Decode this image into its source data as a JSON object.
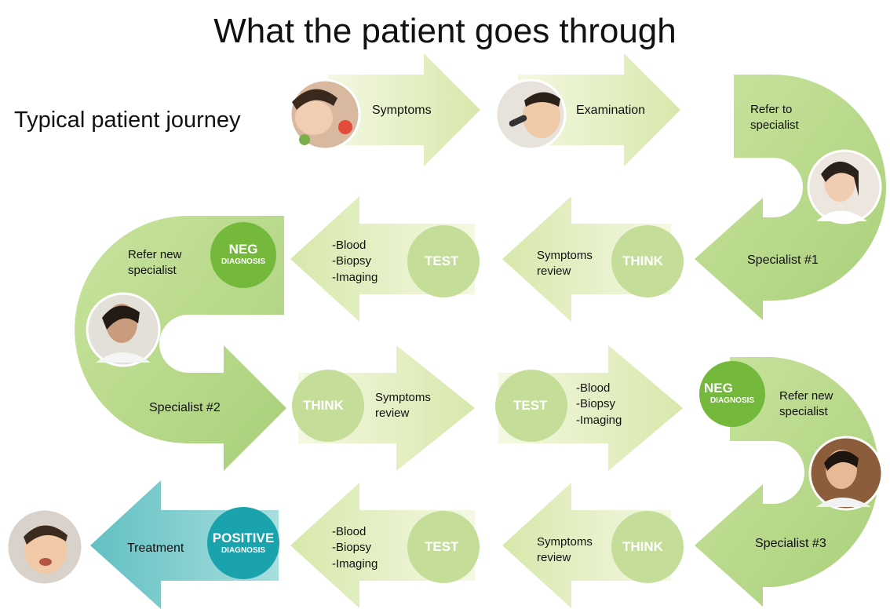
{
  "title": "What the patient goes through",
  "subtitle": "Typical patient journey",
  "steps": {
    "symptoms": "Symptoms",
    "examination": "Examination",
    "refer_specialist": [
      "Refer to",
      "specialist"
    ],
    "specialist1": "Specialist #1",
    "specialist2": "Specialist #2",
    "specialist3": "Specialist #3",
    "refer_new_1": [
      "Refer new",
      "specialist"
    ],
    "refer_new_2": [
      "Refer new",
      "specialist"
    ],
    "treatment": "Treatment"
  },
  "tests": [
    "-Blood",
    "-Biopsy",
    "-Imaging"
  ],
  "symptoms_review": [
    "Symptoms",
    "review"
  ],
  "think": "THINK",
  "test": "TEST",
  "neg": {
    "big": "NEG",
    "small": "DIAGNOSIS"
  },
  "positive": {
    "big": "POSITIVE",
    "small": "DIAGNOSIS"
  },
  "colors": {
    "arrow_light": "#e6f0c4",
    "arrow_mid": "#cfe3a2",
    "u_shape": "#b9d98a",
    "circle_light": "#c5df9c",
    "neg_circle": "#74b83c",
    "positive_circle": "#1aa3ad",
    "treatment_arrow": "#7ccccc"
  },
  "icons": [
    "sick-child-photo",
    "child-exam-photo",
    "doctor1-photo",
    "doctor2-photo",
    "doctor3-photo",
    "happy-child-photo"
  ]
}
